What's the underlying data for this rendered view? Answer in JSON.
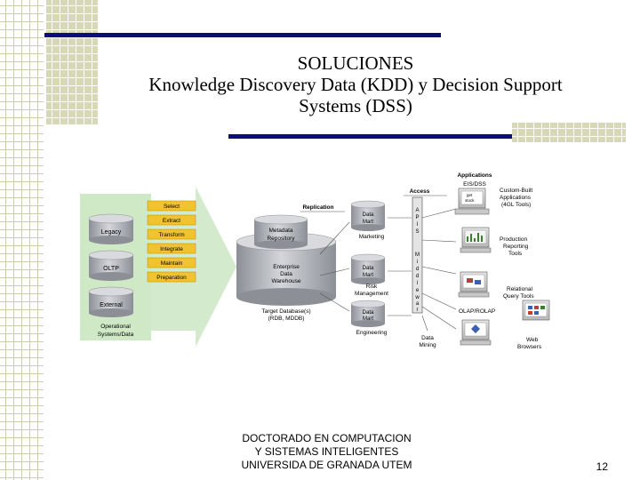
{
  "title": {
    "line1": "SOLUCIONES",
    "line2": "Knowledge Discovery Data (KDD)  y Decision Support",
    "line3": "Systems (DSS)"
  },
  "diagram": {
    "sources": [
      "Legacy",
      "OLTP",
      "External"
    ],
    "sources_caption": [
      "Operational",
      "Systems/Data"
    ],
    "etl_steps": [
      "Select",
      "Extract",
      "Transform",
      "Integrate",
      "Maintain",
      "Preparation"
    ],
    "metadata": [
      "Metadata",
      "Repository"
    ],
    "warehouse": [
      "Enterprise",
      "Data",
      "Warehouse"
    ],
    "replication_label": "Replication",
    "target_caption": [
      "Target Database(s)",
      "(RDB, MDDB)"
    ],
    "marts": [
      {
        "label": [
          "Data",
          "Mart"
        ],
        "caption": [
          "Marketing"
        ]
      },
      {
        "label": [
          "Data",
          "Mart"
        ],
        "caption": [
          "Risk",
          "Management"
        ]
      },
      {
        "label": [
          "Data",
          "Mart"
        ],
        "caption": [
          "Engineering"
        ]
      }
    ],
    "access_label": "Access",
    "api_label": [
      "A",
      "P",
      "I",
      "S"
    ],
    "middleware_label": [
      "M",
      "i",
      "d",
      "d",
      "l",
      "e",
      "w",
      "a",
      "r",
      "e"
    ],
    "data_mining": [
      "Data",
      "Mining"
    ],
    "applications_label": "Applications",
    "apps": [
      {
        "label": [
          "EIS/DSS"
        ]
      },
      {
        "label": [
          "Custom-Built",
          "Applications",
          "(4GL Tools)"
        ]
      },
      {
        "label": [
          "Production",
          "Reporting",
          "Tools"
        ]
      },
      {
        "label": [
          "Relational",
          "Query Tools"
        ]
      },
      {
        "label": [
          "OLAP/ROLAP"
        ]
      },
      {
        "label": [
          "Web",
          "Browsers"
        ]
      }
    ],
    "screen_text": [
      "get",
      "stock"
    ]
  },
  "footer": {
    "line1": "DOCTORADO EN COMPUTACION",
    "line2": "Y SISTEMAS INTELIGENTES",
    "line3": "UNIVERSIDA DE GRANADA UTEM"
  },
  "page_number": "12",
  "colors": {
    "accent_bar": "#0d0d7a",
    "olive_block": "#d6d8b8",
    "cylinder": "#b5b7bd",
    "etl_box": "#f2c232",
    "green_panel": "#cfe8c6"
  }
}
